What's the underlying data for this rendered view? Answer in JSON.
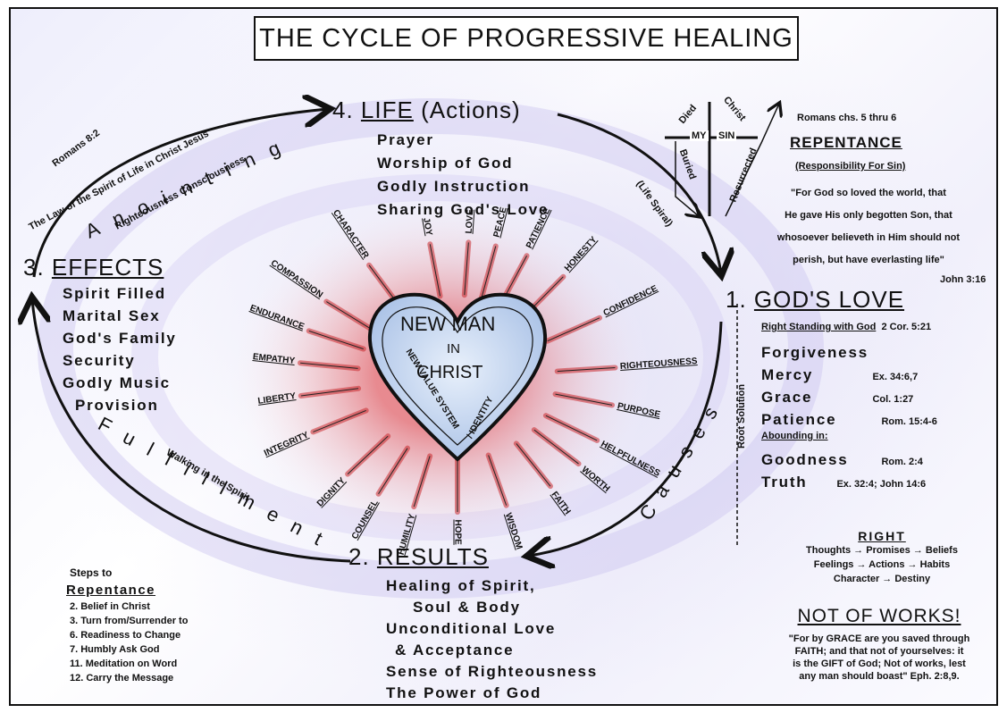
{
  "title": "THE CYCLE OF PROGRESSIVE HEALING",
  "life": {
    "number": "4.",
    "heading": "LIFE",
    "sub": "(Actions)",
    "items": [
      "Prayer",
      "Worship of God",
      "Godly Instruction",
      "Sharing God's Love"
    ]
  },
  "effects": {
    "number": "3.",
    "heading": "EFFECTS",
    "items": [
      "Spirit Filled",
      "Marital Sex",
      "God's Family",
      "Security",
      "Godly Music",
      "Provision"
    ]
  },
  "results": {
    "number": "2.",
    "heading": "RESULTS",
    "items": [
      "Healing of Spirit,",
      "Soul & Body",
      "Unconditional Love",
      "& Acceptance",
      "Sense of Righteousness",
      "The Power of God"
    ]
  },
  "gods_love": {
    "number": "1.",
    "heading": "GOD'S LOVE",
    "right_standing": "Right Standing with God",
    "right_standing_ref": "2 Cor. 5:21",
    "items": [
      {
        "label": "Forgiveness",
        "ref": ""
      },
      {
        "label": "Mercy",
        "ref": "Ex. 34:6,7"
      },
      {
        "label": "Grace",
        "ref": "Col. 1:27"
      },
      {
        "label": "Patience",
        "ref": "Rom. 15:4-6"
      }
    ],
    "abounding": "Abounding in:",
    "abounding_items": [
      {
        "label": "Goodness",
        "ref": "Rom. 2:4"
      },
      {
        "label": "Truth",
        "ref": "Ex. 32:4; John 14:6"
      }
    ]
  },
  "repentance": {
    "romans": "Romans chs. 5 thru 6",
    "heading": "REPENTANCE",
    "sub": "(Responsibility For Sin)",
    "quote_lines": [
      "\"For God so loved the world, that",
      "He gave His only begotten Son, that",
      "whosoever believeth in Him should not",
      "perish, but have everlasting life\""
    ],
    "ref": "John 3:16"
  },
  "cross": {
    "died": "Died",
    "christ": "Christ",
    "my": "MY",
    "sin": "SIN",
    "buried": "Buried",
    "resurrected": "Resurrected"
  },
  "right_box": {
    "heading": "RIGHT",
    "lines": [
      "Thoughts → Promises → Beliefs",
      "Feelings → Actions → Habits",
      "Character → Destiny"
    ]
  },
  "works": {
    "heading": "NOT OF WORKS!",
    "lines": [
      "\"For by GRACE are you saved through",
      "FAITH; and that not of yourselves: it",
      "is the GIFT of God; Not of works, lest",
      "any man should boast\" Eph. 2:8,9."
    ]
  },
  "steps": {
    "intro": "Steps to",
    "heading": "Repentance",
    "items": [
      "2. Belief in Christ",
      "3. Turn from/Surrender to",
      "6. Readiness to Change",
      "7. Humbly Ask God",
      "11. Meditation on Word",
      "12. Carry the Message"
    ]
  },
  "arc_labels": {
    "romans82": "Romans 8:2",
    "law": "The Law of the Spirit of Life in Christ Jesus",
    "anointing": "Anointing",
    "righteousness": "Righteousness Consciousness",
    "fulfillment": "Fulfillment",
    "walking": "Walking in the Spirit",
    "causes": "Causes",
    "root": "Root Solution",
    "life_spiral": "(Life Spiral)"
  },
  "heart": {
    "line1": "NEW MAN",
    "line2": "IN",
    "line3": "CHRIST",
    "value_system": "NEW VALUE SYSTEM",
    "identity": "/ IDENTITY"
  },
  "rays": [
    "CHARACTER",
    "JOY",
    "LOVE",
    "PEACE",
    "PATIENCE",
    "HONESTY",
    "CONFIDENCE",
    "RIGHTEOUSNESS",
    "PURPOSE",
    "HELPFULNESS",
    "WORTH",
    "FAITH",
    "WISDOM",
    "HOPE",
    "HUMILITY",
    "COUNSEL",
    "DIGNITY",
    "INTEGRITY",
    "LIBERTY",
    "EMPATHY",
    "ENDURANCE",
    "COMPASSION"
  ],
  "colors": {
    "outline": "#111111",
    "glow": "#d9262b",
    "heart_fill": "#b8cdea",
    "wash": "#c9c4ef"
  }
}
